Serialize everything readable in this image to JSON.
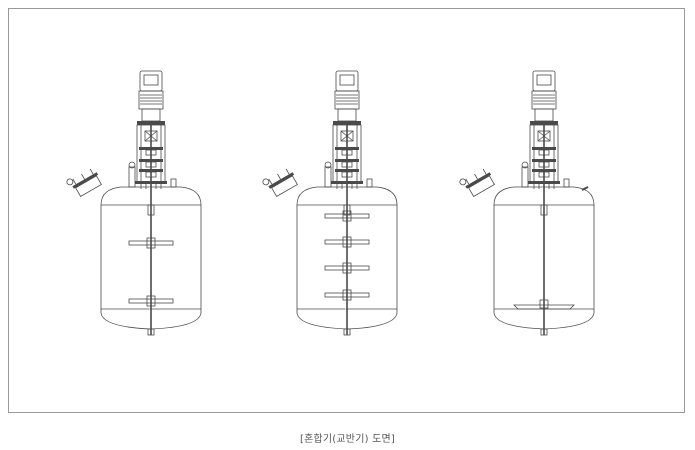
{
  "caption": "[혼합기(교반기) 도면]",
  "colors": {
    "line": "#4a4a4a",
    "frame": "#9a9a9a",
    "caption": "#555555"
  },
  "mixers": [
    {
      "id": "mixer-1",
      "impeller": "paddle",
      "impeller_count": 2
    },
    {
      "id": "mixer-2",
      "impeller": "paddle",
      "impeller_count": 4
    },
    {
      "id": "mixer-3",
      "impeller": "anchor-bottom",
      "impeller_count": 1
    }
  ]
}
